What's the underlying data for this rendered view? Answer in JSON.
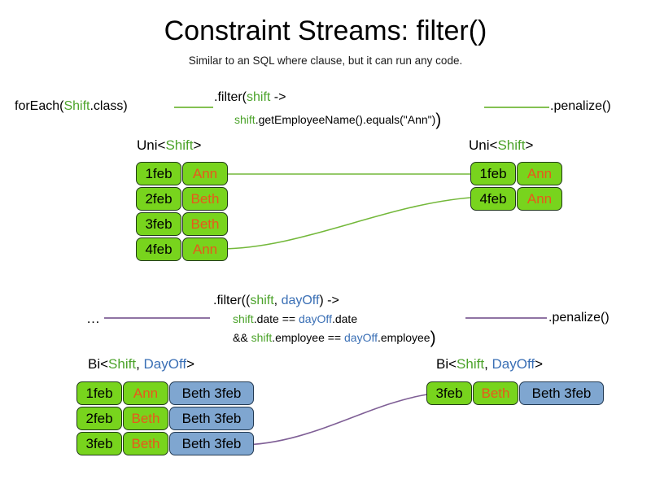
{
  "header": {
    "title": "Constraint Streams: filter()",
    "subtitle": "Similar to an SQL where clause, but it can run any code."
  },
  "colors": {
    "green_accent": "#4ca32b",
    "blue_accent": "#3a6fb5",
    "tuple_green": "#78d41d",
    "tuple_blue": "#7fa6d0",
    "name_orange": "#e8581c",
    "connector_green": "#73b83a",
    "connector_purple": "#7f5f96"
  },
  "uni_section": {
    "source_call": {
      "prefix": "forEach(",
      "type": "Shift",
      "suffix": ".class)"
    },
    "filter": {
      "line1_head": ".filter(",
      "line1_param": "shift",
      "line1_tail": " ->",
      "line2_var": "shift",
      "line2_rest": ".getEmployeeName().equals(\"Ann\")",
      "line2_close": ")"
    },
    "penalize": ".penalize()",
    "input_label": {
      "prefix": "Uni<",
      "type": "Shift",
      "suffix": ">"
    },
    "output_label": {
      "prefix": "Uni<",
      "type": "Shift",
      "suffix": ">"
    },
    "input_rows": [
      {
        "date": "1feb",
        "name": "Ann"
      },
      {
        "date": "2feb",
        "name": "Beth"
      },
      {
        "date": "3feb",
        "name": "Beth"
      },
      {
        "date": "4feb",
        "name": "Ann"
      }
    ],
    "output_rows": [
      {
        "date": "1feb",
        "name": "Ann"
      },
      {
        "date": "4feb",
        "name": "Ann"
      }
    ]
  },
  "bi_section": {
    "source_call": "…",
    "filter": {
      "line1_head": ".filter((",
      "line1_param1": "shift",
      "line1_comma": ", ",
      "line1_param2": "dayOff",
      "line1_tail": ") ->",
      "line2_var1": "shift",
      "line2_mid": ".date == ",
      "line2_var2": "dayOff",
      "line2_end": ".date",
      "line3_amp": "&& ",
      "line3_var1": "shift",
      "line3_mid": ".employee == ",
      "line3_var2": "dayOff",
      "line3_end": ".employee",
      "line3_close": ")"
    },
    "penalize": ".penalize()",
    "input_label": {
      "prefix": "Bi<",
      "type1": "Shift",
      "comma": ", ",
      "type2": "DayOff",
      "suffix": ">"
    },
    "output_label": {
      "prefix": "Bi<",
      "type1": "Shift",
      "comma": ", ",
      "type2": "DayOff",
      "suffix": ">"
    },
    "input_rows": [
      {
        "date": "1feb",
        "name": "Ann",
        "pair": "Beth 3feb"
      },
      {
        "date": "2feb",
        "name": "Beth",
        "pair": "Beth 3feb"
      },
      {
        "date": "3feb",
        "name": "Beth",
        "pair": "Beth 3feb"
      }
    ],
    "output_rows": [
      {
        "date": "3feb",
        "name": "Beth",
        "pair": "Beth 3feb"
      }
    ]
  }
}
